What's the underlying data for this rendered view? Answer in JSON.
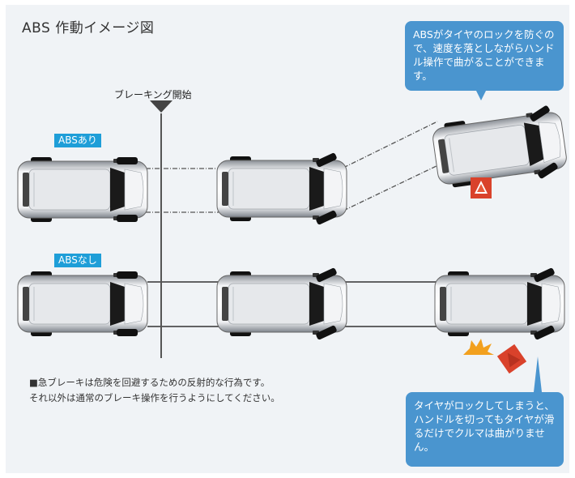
{
  "title": "ABS 作動イメージ図",
  "labels": {
    "with_abs": "ABSあり",
    "without_abs": "ABSなし",
    "brake_start": "ブレーキング開始"
  },
  "callouts": {
    "top": "ABSがタイヤのロックを防ぐので、速度を落としながらハンドル操作で曲がることができます。",
    "bottom": "タイヤがロックしてしまうと、ハンドルを切ってもタイヤが滑るだけでクルマは曲がりません。"
  },
  "note": {
    "line1": "■急ブレーキは危険を回避するための反射的な行為です。",
    "line2": "それ以外は通常のブレーキ操作を行うようにしてください。"
  },
  "colors": {
    "panel": "#f0f3f6",
    "accent_blue": "#1e9ed8",
    "callout_blue": "#4a95cf",
    "hazard_red": "#d9422b",
    "skid_orange": "#f2a01e"
  }
}
